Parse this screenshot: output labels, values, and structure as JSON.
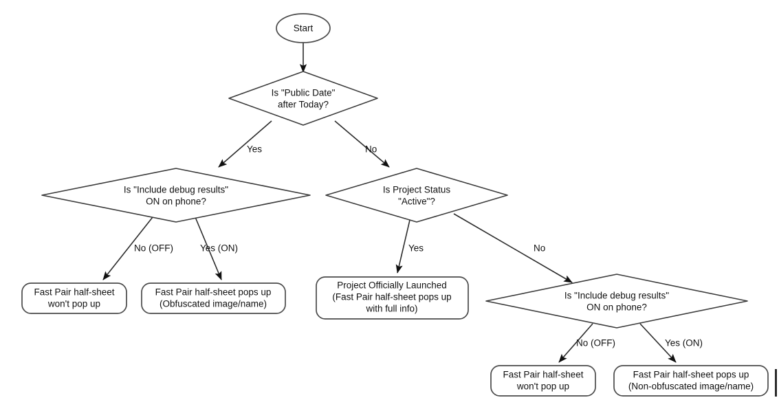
{
  "diagram": {
    "title": "Fast Pair half-sheet behavior decision flowchart",
    "background_color": "#ffffff",
    "line_color": "#2b2b2b",
    "shape_stroke_color": "#3b3b3b",
    "text_color": "#101010",
    "nodes": {
      "start": {
        "label": "Start",
        "shape": "ellipse"
      },
      "d_public_date": {
        "line1": "Is \"Public Date\"",
        "line2": "after Today?",
        "shape": "diamond"
      },
      "d_debug_left": {
        "line1": "Is \"Include debug results\"",
        "line2": "ON on phone?",
        "shape": "diamond"
      },
      "d_project_status": {
        "line1": "Is Project Status",
        "line2": "\"Active\"?",
        "shape": "diamond"
      },
      "d_debug_right": {
        "line1": "Is \"Include debug results\"",
        "line2": "ON on phone?",
        "shape": "diamond"
      },
      "t_left_off": {
        "line1": "Fast Pair half-sheet",
        "line2": "won't pop up",
        "shape": "rounded-rect"
      },
      "t_left_on": {
        "line1": "Fast Pair half-sheet pops up",
        "line2": "(Obfuscated image/name)",
        "shape": "rounded-rect"
      },
      "t_launched": {
        "line1": "Project Officially Launched",
        "line2": "(Fast Pair half-sheet pops up",
        "line3": "with full info)",
        "shape": "rounded-rect"
      },
      "t_right_off": {
        "line1": "Fast Pair half-sheet",
        "line2": "won't pop up",
        "shape": "rounded-rect"
      },
      "t_right_on": {
        "line1": "Fast Pair half-sheet pops up",
        "line2": "(Non-obfuscated image/name)",
        "shape": "rounded-rect"
      }
    },
    "edge_labels": {
      "public_date_yes": "Yes",
      "public_date_no": "No",
      "debug_left_no": "No (OFF)",
      "debug_left_yes": "Yes (ON)",
      "project_status_yes": "Yes",
      "project_status_no": "No",
      "debug_right_no": "No (OFF)",
      "debug_right_yes": "Yes (ON)"
    }
  }
}
